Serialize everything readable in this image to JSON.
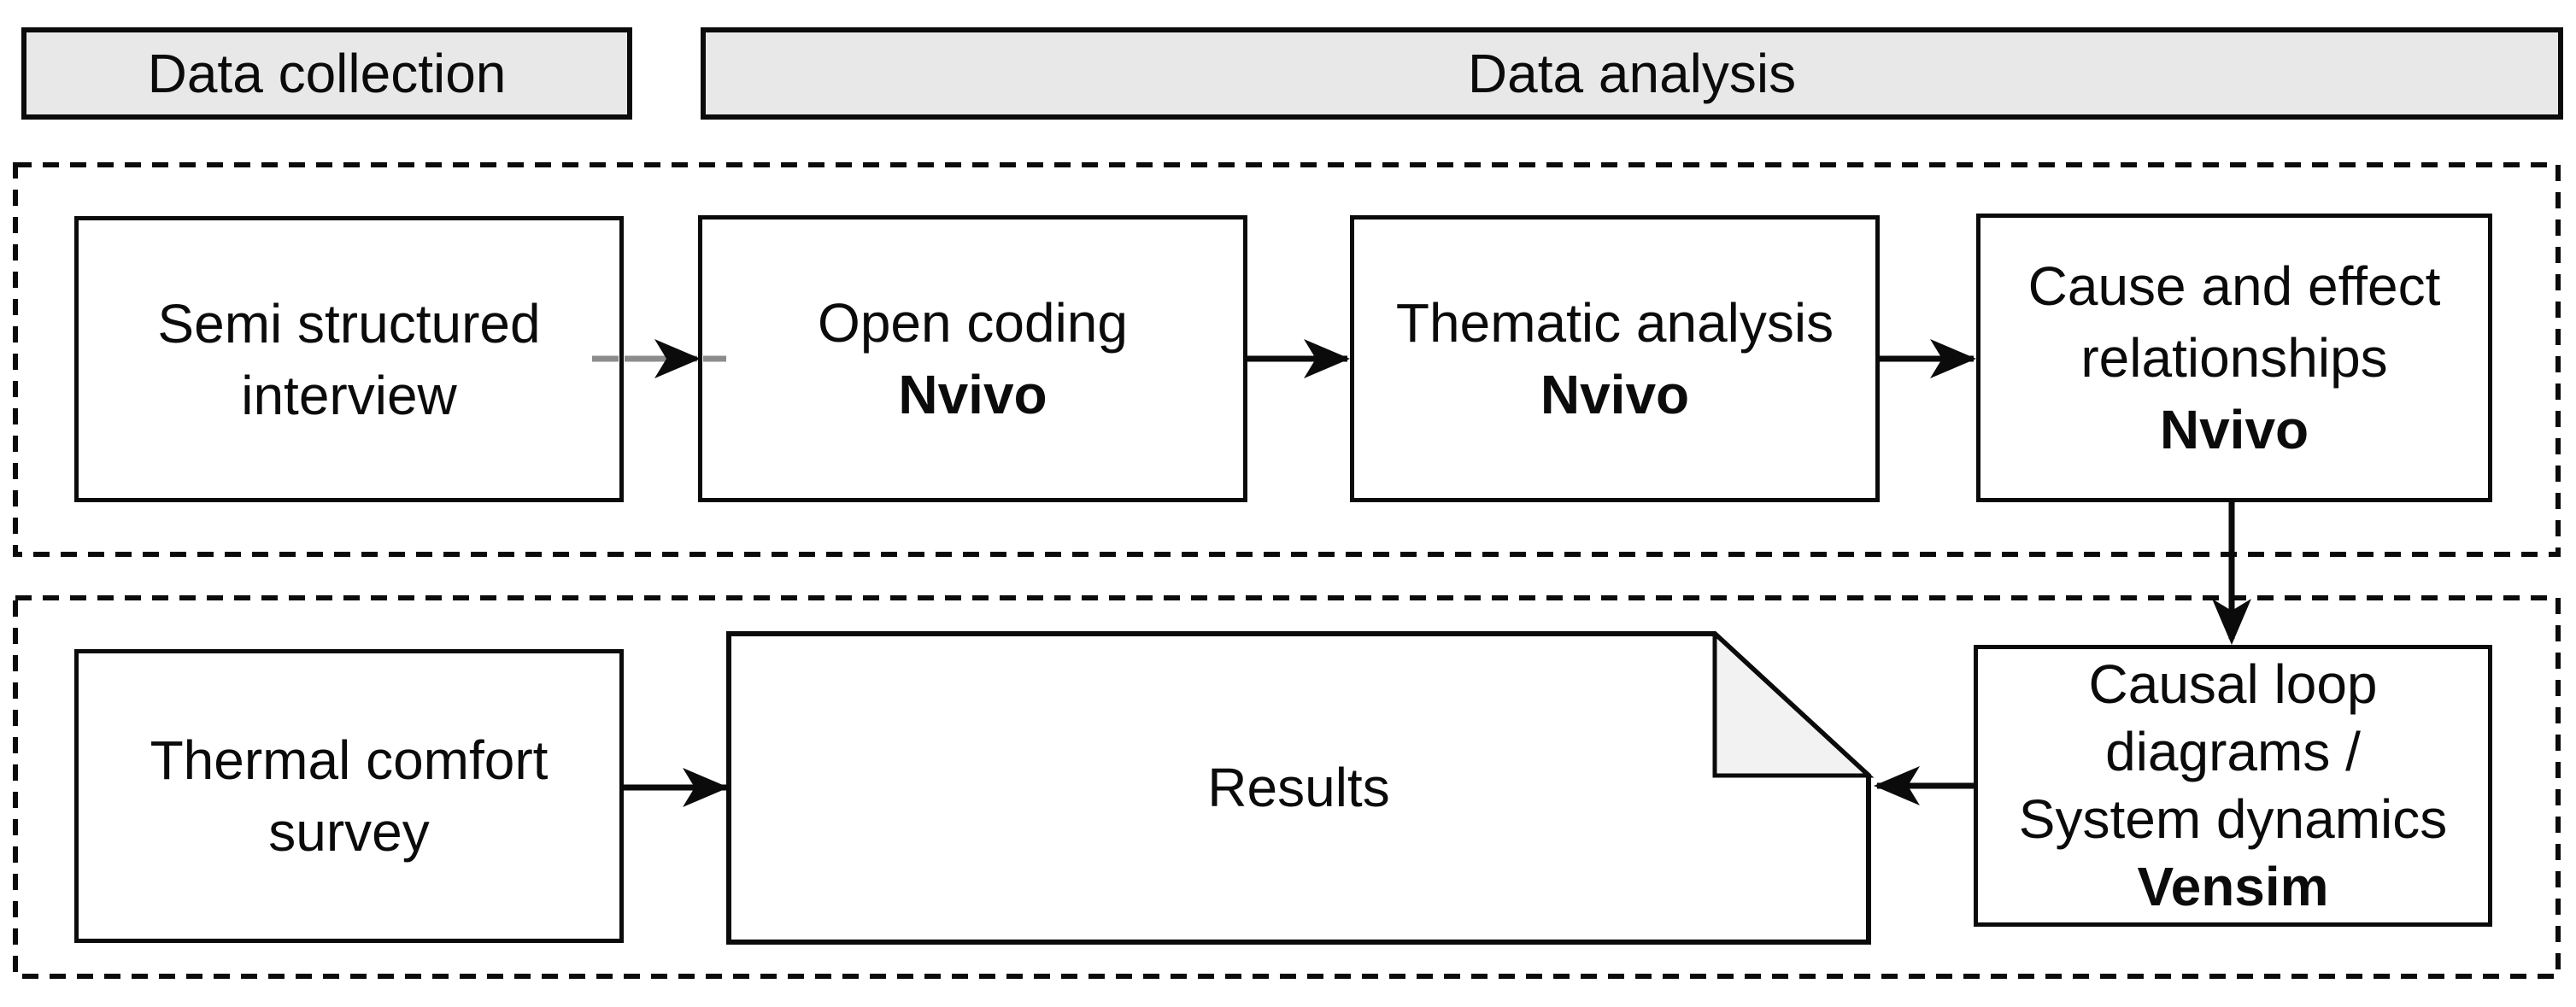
{
  "headers": {
    "data_collection": "Data collection",
    "data_analysis": "Data analysis"
  },
  "boxes": {
    "semi": {
      "line1": "Semi structured",
      "line2": "interview"
    },
    "open": {
      "line1": "Open coding",
      "tool": "Nvivo"
    },
    "thematic": {
      "line1": "Thematic analysis",
      "tool": "Nvivo"
    },
    "cause": {
      "line1": "Cause and effect",
      "line2": "relationships",
      "tool": "Nvivo"
    },
    "thermal": {
      "line1": "Thermal comfort",
      "line2": "survey"
    },
    "results": {
      "line1": "Results"
    },
    "causal": {
      "line1": "Causal loop",
      "line2": "diagrams /",
      "line3": "System dynamics",
      "tool": "Vensim"
    }
  },
  "colors": {
    "header_fill": "#e8e8e8",
    "fold_fill": "#f2f2f2",
    "connector_gray": "#8c8c8c",
    "ink": "#0b0b0b"
  }
}
